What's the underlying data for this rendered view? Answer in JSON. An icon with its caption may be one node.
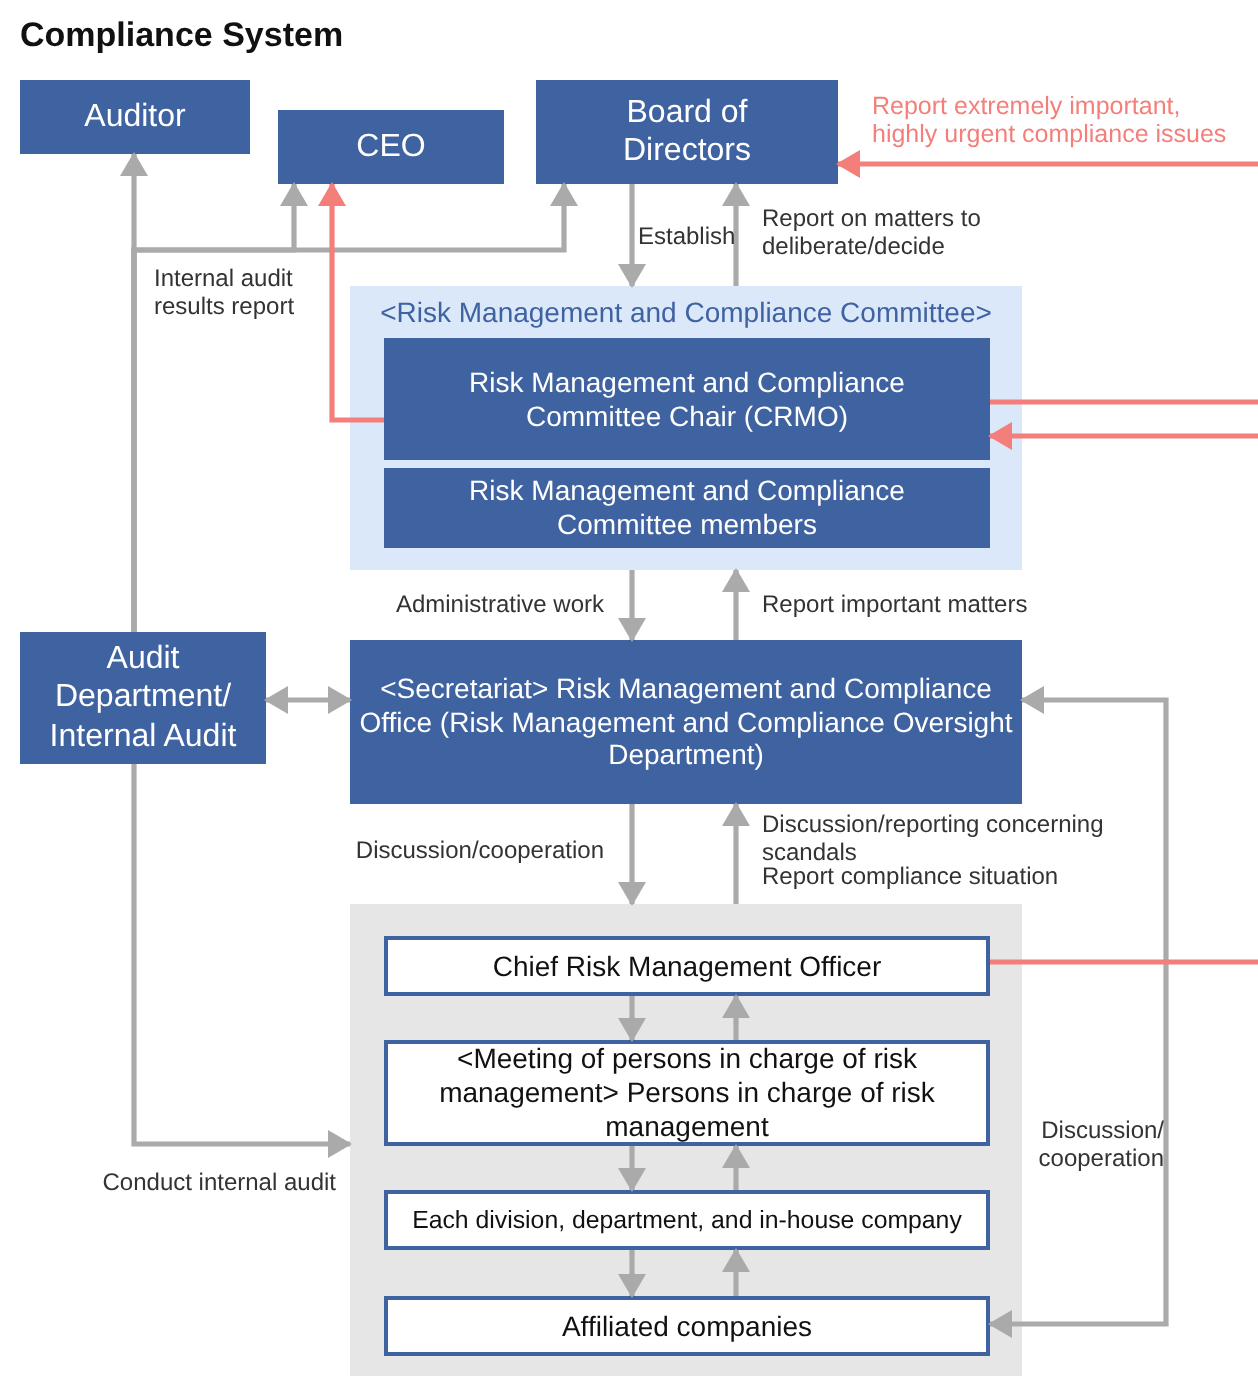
{
  "diagram": {
    "title": "Compliance System",
    "nodes": [
      {
        "text": [
          "Auditor"
        ]
      },
      {
        "text": [
          "CEO"
        ]
      },
      {
        "text": [
          "Board of Directors"
        ]
      },
      {
        "text": [
          "<Risk Management and Compliance Committee>"
        ]
      },
      {
        "text": [
          "Risk Management and Compliance Committee Chair (CRMO)"
        ],
        "in": 3
      },
      {
        "text": [
          "Risk Management and Compliance Committee members"
        ],
        "in": 3
      },
      {
        "text": [
          "Audit Department/ Internal Audit"
        ]
      },
      {
        "text": [
          "<Secretariat> Risk Management and Compliance Office (Risk Management and Compliance Oversight Department)"
        ]
      },
      {
        "text": [],
        "shape": "box"
      },
      {
        "text": [
          "Chief Risk Management Officer"
        ],
        "in": 8
      },
      {
        "text": [
          "<Meeting of persons in charge of risk management> Persons in charge of risk management"
        ],
        "in": 8
      },
      {
        "text": [
          "Each division, department, and in-house company"
        ],
        "in": 8
      },
      {
        "text": [
          "Affiliated companies"
        ],
        "in": 8
      }
    ],
    "edges": [
      {
        "from": 6,
        "to": 0,
        "arrow": "to",
        "label": "Internal audit results report"
      },
      {
        "from": 6,
        "to": 1,
        "arrow": "to"
      },
      {
        "from": 6,
        "to": 2,
        "arrow": "to"
      },
      {
        "from": 4,
        "to": 1,
        "arrow": "to",
        "color": "#f47f7a"
      },
      {
        "from": null,
        "to": 2,
        "arrow": "to",
        "color": "#f47f7a",
        "label": "Report extremely important, highly urgent compliance issues"
      },
      {
        "from": 4,
        "to": null,
        "arrow": "none",
        "color": "#f47f7a"
      },
      {
        "from": null,
        "to": 4,
        "arrow": "to",
        "color": "#f47f7a"
      },
      {
        "from": 2,
        "to": 3,
        "arrow": "to",
        "label": "Establish"
      },
      {
        "from": 3,
        "to": 2,
        "arrow": "to",
        "label": "Report on matters to deliberate/decide"
      },
      {
        "from": 3,
        "to": 7,
        "arrow": "to",
        "label": "Administrative work"
      },
      {
        "from": 7,
        "to": 3,
        "arrow": "to",
        "label": "Report important matters"
      },
      {
        "from": 6,
        "to": 7,
        "arrow": "both"
      },
      {
        "from": 7,
        "to": 8,
        "arrow": "to",
        "label": "Discussion/cooperation"
      },
      {
        "from": 8,
        "to": 7,
        "arrow": "to",
        "label": "Discussion/reporting concerning scandals"
      },
      {
        "from": 6,
        "to": 8,
        "arrow": "to",
        "label": "Conduct internal audit"
      },
      {
        "from": 7,
        "to": 12,
        "arrow": "both",
        "label": "Discussion/ cooperation"
      },
      {
        "from": 9,
        "to": null,
        "arrow": "none",
        "color": "#f47f7a"
      },
      {
        "from": 9,
        "to": 10,
        "arrow": "to"
      },
      {
        "from": 10,
        "to": 9,
        "arrow": "to"
      },
      {
        "from": 10,
        "to": 11,
        "arrow": "to"
      },
      {
        "from": 11,
        "to": 10,
        "arrow": "to"
      },
      {
        "from": 11,
        "to": 12,
        "arrow": "to"
      },
      {
        "from": 12,
        "to": 11,
        "arrow": "to"
      }
    ],
    "labels": [
      "Report compliance situation"
    ]
  }
}
